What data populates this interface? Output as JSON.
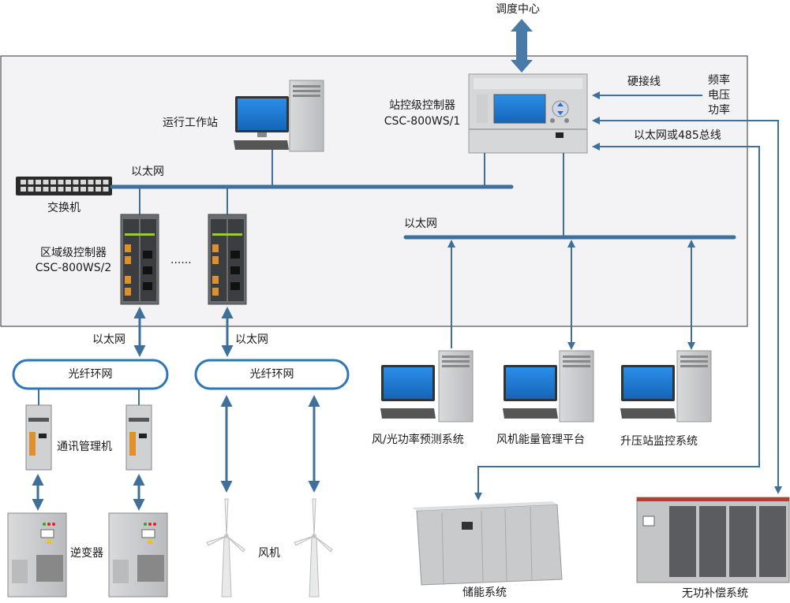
{
  "labels": {
    "dispatch_center": "调度中心",
    "hardwire": "硬接线",
    "frequency": "频率",
    "voltage": "电压",
    "power": "功率",
    "ethernet_or_485": "以太网或485总线",
    "station_controller_title": "站控级控制器",
    "station_controller_model": "CSC-800WS/1",
    "workstation": "运行工作站",
    "ethernet_top": "以太网",
    "switch": "交换机",
    "ethernet_right": "以太网",
    "regional_controller_title": "区域级控制器",
    "regional_controller_model": "CSC-800WS/2",
    "ellipsis": "......",
    "ethernet_left_1": "以太网",
    "ethernet_left_2": "以太网",
    "fiber_ring_1": "光纤环网",
    "fiber_ring_2": "光纤环网",
    "comm_manager": "通讯管理机",
    "inverter": "逆变器",
    "wind_turbine": "风机",
    "forecast_system": "风/光功率预测系统",
    "energy_platform": "风机能量管理平台",
    "substation_monitor": "升压站监控系统",
    "storage_system": "储能系统",
    "reactive_comp_system": "无功补偿系统"
  },
  "colors": {
    "line_blue": "#3f6f9b",
    "ring_blue": "#2f76b8",
    "box_border": "#333333",
    "box_fill": "#f3f3f5",
    "screen_blue": "#1e7fd8",
    "device_grey": "#c9cacc"
  }
}
